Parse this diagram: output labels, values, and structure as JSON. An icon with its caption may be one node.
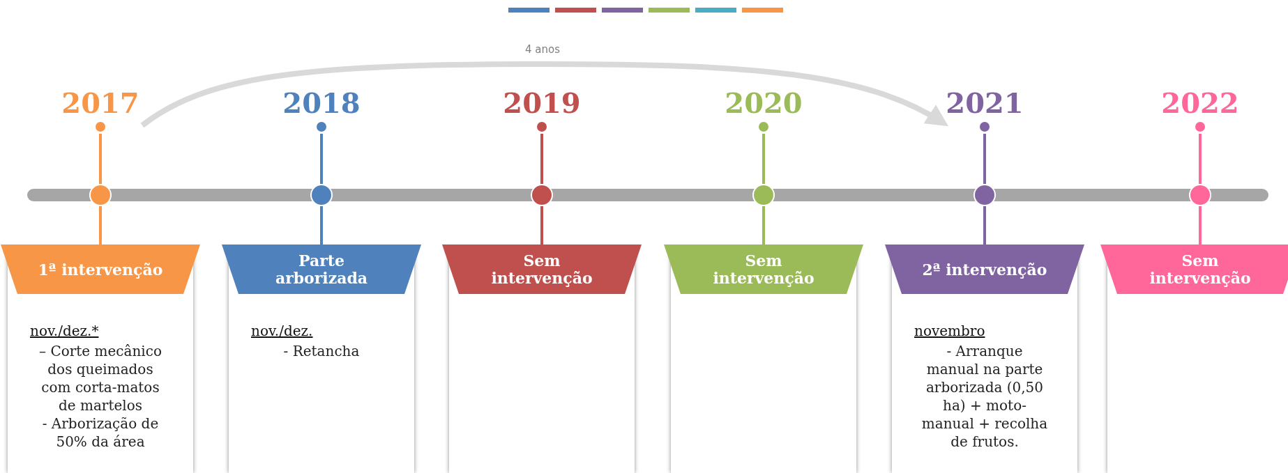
{
  "diagram": {
    "nodes": [
      {
        "text": [
          "2017"
        ]
      },
      {
        "text": [
          "2018"
        ]
      },
      {
        "text": [
          "2019"
        ]
      },
      {
        "text": [
          "2020"
        ]
      },
      {
        "text": [
          "2021"
        ]
      },
      {
        "text": [
          "2022"
        ]
      },
      {
        "text": [
          "1ª intervenção",
          "nov./dez.*",
          "– Corte mecânico dos queimados com corta-matos de martelos",
          "- Arborização de 50% da área"
        ]
      },
      {
        "text": [
          "Parte arborizada",
          "nov./dez.",
          "- Retancha"
        ]
      },
      {
        "text": [
          "Sem intervenção"
        ]
      },
      {
        "text": [
          "Sem intervenção"
        ]
      },
      {
        "text": [
          "2ª intervenção",
          "novembro",
          "- Arranque manual na parte arborizada (0,50 ha) + moto-manual + recolha de frutos."
        ]
      },
      {
        "text": [
          "Sem intervenção"
        ]
      }
    ],
    "edges": [
      {
        "from": 0,
        "to": 4,
        "arrow": "to",
        "label": "4 anos",
        "style": "thick",
        "color": "#d9d9d9"
      },
      {
        "from": 0,
        "to": 6,
        "arrow": "none",
        "color": "#f79646"
      },
      {
        "from": 1,
        "to": 7,
        "arrow": "none",
        "color": "#4f81bd"
      },
      {
        "from": 2,
        "to": 8,
        "arrow": "none",
        "color": "#c0504d"
      },
      {
        "from": 3,
        "to": 9,
        "arrow": "none",
        "color": "#9bbb59"
      },
      {
        "from": 4,
        "to": 10,
        "arrow": "none",
        "color": "#8064a2"
      },
      {
        "from": 5,
        "to": 11,
        "arrow": "none",
        "color": "#ff6699"
      }
    ]
  }
}
